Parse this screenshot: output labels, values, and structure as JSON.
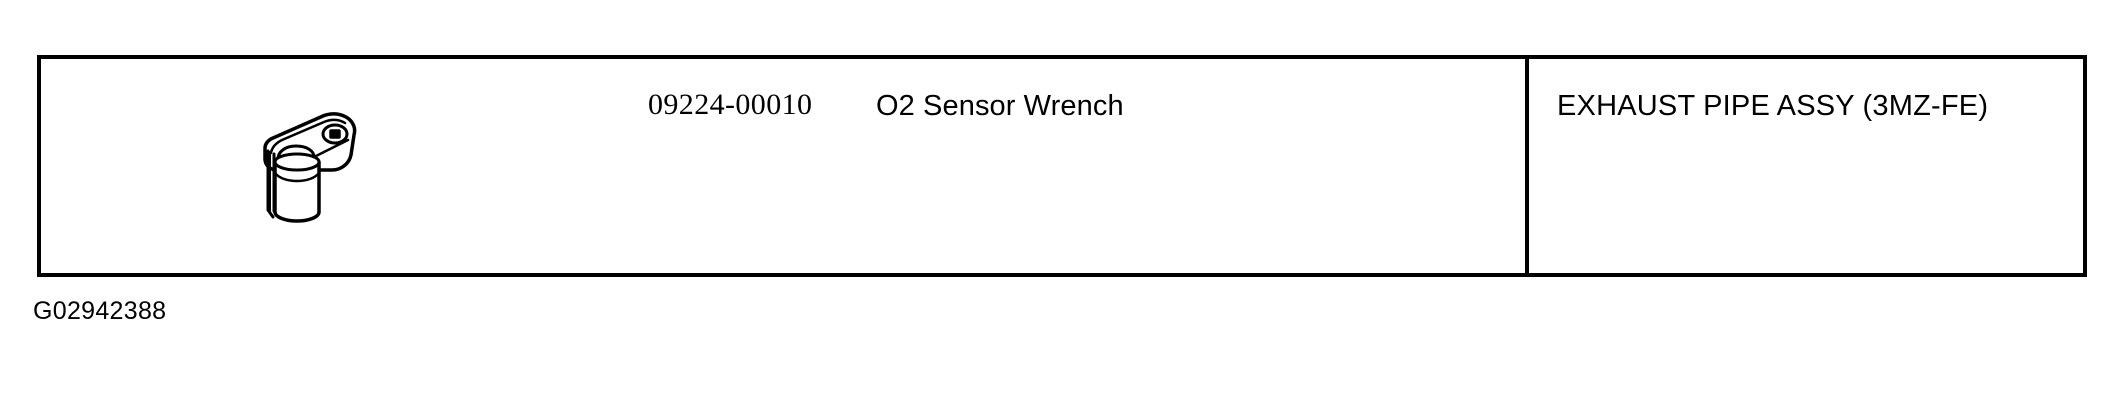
{
  "page": {
    "background_color": "#ffffff",
    "line_color": "#000000",
    "text_color": "#000000"
  },
  "table": {
    "name": "special-service-tool-table",
    "left_cell": {
      "illustration": {
        "icon_name": "o2-sensor-wrench-illustration",
        "description": "Line drawing of an O2 sensor socket wrench with angled arm, square drive hole and slotted cylindrical socket body"
      },
      "part_number": "09224-00010",
      "tool_name": "O2 Sensor Wrench"
    },
    "right_cell": {
      "application": "EXHAUST PIPE ASSY (3MZ-FE)"
    }
  },
  "caption": {
    "figure_id": "G02942388"
  }
}
